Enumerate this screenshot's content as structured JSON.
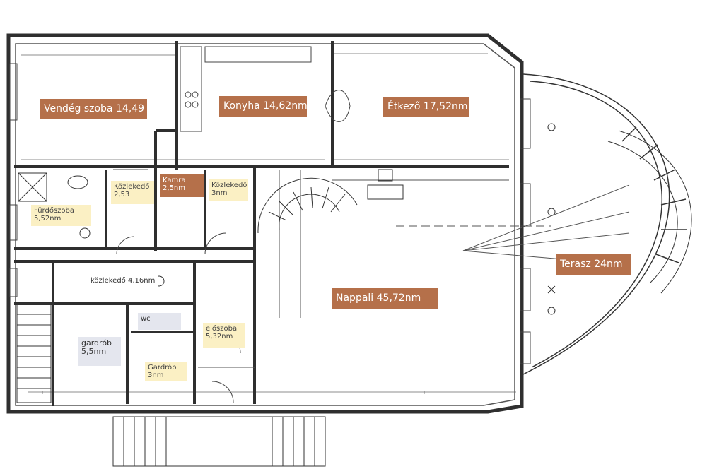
{
  "rooms": {
    "vendeg_szoba": "Vendég szoba 14,49",
    "konyha": "Konyha 14,62nm",
    "etkezo": "Étkező 17,52nm",
    "kozlekedo_1": "Közlekedő\n2,53",
    "kamra": "Kamra\n2,5nm",
    "kozlekedo_2": "Közlekedő\n3nm",
    "furdoszoba": "Fürdőszoba\n5,52nm",
    "kozlekedo_3": "közlekedő 4,16nm",
    "wc": "wc",
    "gardrob_1": "gardrób\n5,5nm",
    "eloszoba": "előszoba\n5,32nm",
    "gardrob_2": "Gardrób\n3nm",
    "nappali": "Nappali 45,72nm",
    "terasz": "Terasz 24nm"
  },
  "colors": {
    "wall": "#2f2f2f",
    "line": "#555555",
    "big_label_bg": "#b5704a",
    "yellow_label_bg": "#fbf0c4",
    "grey_label_bg": "#e4e6ee"
  }
}
